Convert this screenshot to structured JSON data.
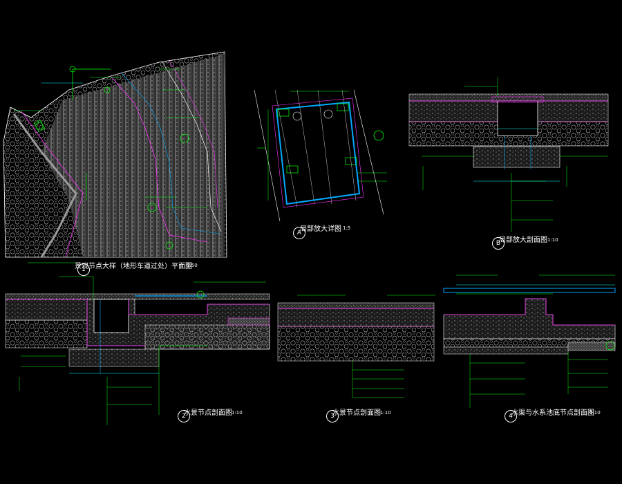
{
  "colors": {
    "background": "#000000",
    "structure": "#ffffff",
    "cut_line": "#ff33ff",
    "leader": "#00ff00",
    "water": "#00a8ff",
    "dimension": "#00ffff",
    "fill": "#9a9a9a"
  },
  "drawings": [
    {
      "id": "plan",
      "marker": "1",
      "title": "景观节点大样（地形车道过处）平面图",
      "scale": "1:50"
    },
    {
      "id": "detail-a",
      "marker": "A",
      "title": "局部放大详图",
      "scale": "1:5"
    },
    {
      "id": "detail-b",
      "marker": "B",
      "title": "局部放大剖面图",
      "scale": "1:10"
    },
    {
      "id": "section-2",
      "marker": "2",
      "title": "水景节点剖面图",
      "scale": "1:10"
    },
    {
      "id": "section-3",
      "marker": "3",
      "title": "水景节点剖面图",
      "scale": "1:10"
    },
    {
      "id": "section-4",
      "marker": "4",
      "title": "水渠与水系池底节点剖面图",
      "scale": "1:10"
    }
  ]
}
